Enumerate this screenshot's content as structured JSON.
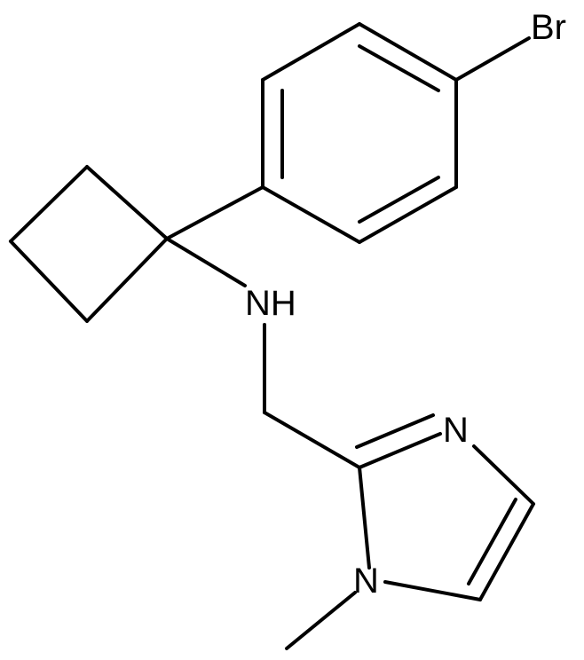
{
  "structure": {
    "atoms": {
      "bromine": "Br",
      "amine": "NH",
      "imidazole_n3": "N",
      "imidazole_n1": "N"
    }
  }
}
